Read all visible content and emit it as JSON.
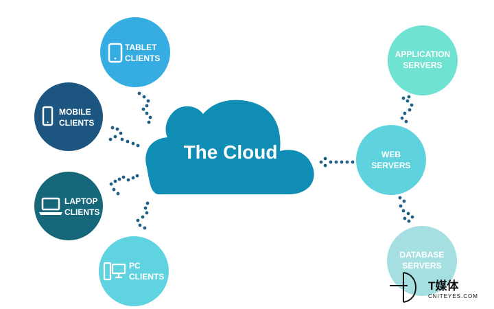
{
  "cloud": {
    "label": "The Cloud",
    "color": "#0f8db4"
  },
  "clients": [
    {
      "id": "tablet",
      "line1": "TABLET",
      "line2": "CLIENTS",
      "color": "#35ace2",
      "icon": "tablet-icon"
    },
    {
      "id": "mobile",
      "line1": "MOBILE",
      "line2": "CLIENTS",
      "color": "#1b5580",
      "icon": "mobile-phone-icon"
    },
    {
      "id": "laptop",
      "line1": "LAPTOP",
      "line2": "CLIENTS",
      "color": "#17677a",
      "icon": "laptop-icon"
    },
    {
      "id": "pc",
      "line1": "PC",
      "line2": "CLIENTS",
      "color": "#5fd3e0",
      "icon": "desktop-pc-icon"
    }
  ],
  "servers": [
    {
      "id": "application",
      "line1": "APPLICATION",
      "line2": "SERVERS",
      "color": "#6fe2d1"
    },
    {
      "id": "web",
      "line1": "WEB",
      "line2": "SERVERS",
      "color": "#5ed3dd"
    },
    {
      "id": "database",
      "line1": "DATABASE",
      "line2": "SERVERS",
      "color": "#a6dfe2"
    }
  ],
  "connector_color": "#1f5f86",
  "watermark": {
    "brand": "T媒体",
    "site": "CNITEYES.COM"
  }
}
